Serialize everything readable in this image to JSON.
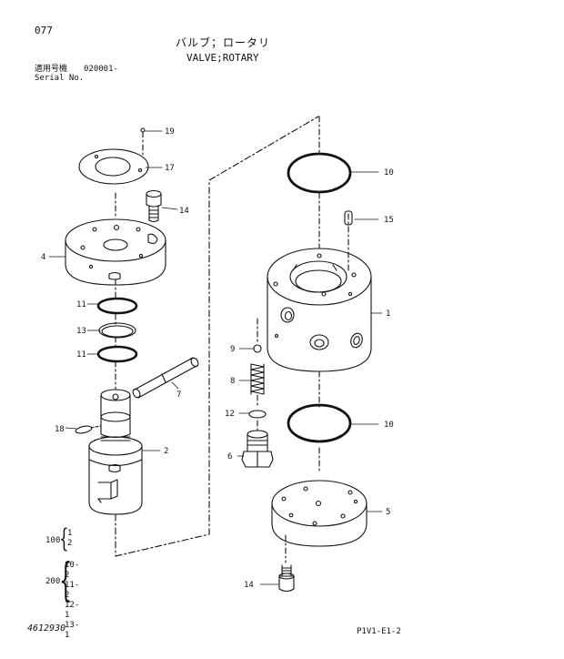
{
  "header": {
    "page_no": "077",
    "title_jp": "バルブ；ロータリ",
    "title_en": "VALVE;ROTARY",
    "serial_label_jp": "適用号機",
    "serial_value": "020001-",
    "serial_label_en": "Serial No."
  },
  "callouts": {
    "c19": "19",
    "c17": "17",
    "c14a": "14",
    "c4": "4",
    "c11a": "11",
    "c13": "13",
    "c11b": "11",
    "c7": "7",
    "c18": "18",
    "c2": "2",
    "c10a": "10",
    "c15": "15",
    "c1": "1",
    "c9": "9",
    "c8": "8",
    "c12": "12",
    "c6": "6",
    "c10b": "10",
    "c5": "5",
    "c14b": "14"
  },
  "groups": {
    "g100": {
      "head": "100",
      "items": [
        "1",
        "2"
      ]
    },
    "g200": {
      "head": "200",
      "items": [
        "10-2",
        "11-2",
        "12-1",
        "13-1"
      ]
    }
  },
  "footer": {
    "doc_no": "4612930",
    "fig_code": "P1V1-E1-2"
  }
}
